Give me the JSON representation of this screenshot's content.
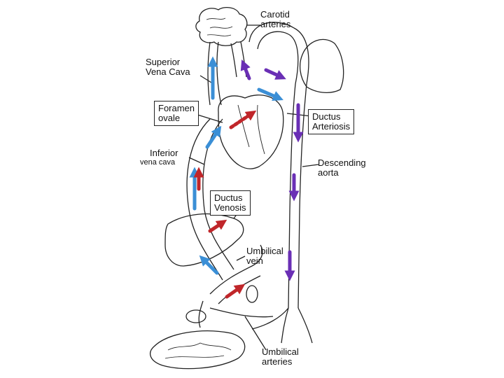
{
  "labels": {
    "carotid": "Carotid\narteries",
    "svc": "Superior\nVena Cava",
    "foramen": "Foramen\novale",
    "ductus_art": "Ductus\nArteriosis",
    "ivc": "Inferior",
    "ivc_sub": "vena cava",
    "descending": "Descending\naorta",
    "ductus_ven": "Ductus\nVenosis",
    "umb_vein": "Umbilical\nvein",
    "umb_arteries": "Umbilical\narteries"
  },
  "colors": {
    "oxygen_poor": "#3b8fd6",
    "oxygen_rich": "#c0262a",
    "mixed": "#6a2fb5",
    "line": "#222222"
  },
  "icons": [
    "brain-icon",
    "heart-icon",
    "lung-icon",
    "liver-icon",
    "placenta-icon",
    "flow-arrow-icon"
  ]
}
